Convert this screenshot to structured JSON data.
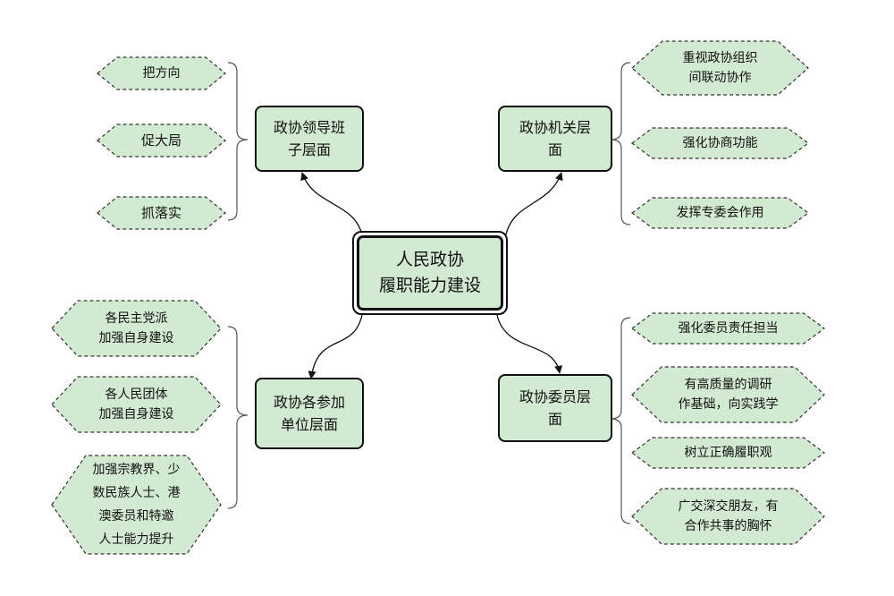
{
  "center": {
    "title": "人民政协\n履职能力建设"
  },
  "branches": [
    {
      "id": "leadership",
      "title": "政协领导班\n子层面",
      "items": [
        "把方向",
        "促大局",
        "抓落实"
      ]
    },
    {
      "id": "organs",
      "title": "政协机关层\n面",
      "items": [
        "重视政协组织\n间联动协作",
        "强化协商功能",
        "发挥专委会作用"
      ]
    },
    {
      "id": "units",
      "title": "政协各参加\n单位层面",
      "items": [
        "各民主党派\n加强自身建设",
        "各人民团体\n加强自身建设",
        "加强宗教界、少\n数民族人士、港\n澳委员和特邀\n人士能力提升"
      ]
    },
    {
      "id": "members",
      "title": "政协委员层\n面",
      "items": [
        "强化委员责任担当",
        "有高质量的调研\n作基础，向实践学",
        "树立正确履职观",
        "广交深交朋友，有\n合作共事的胸怀"
      ]
    }
  ],
  "colors": {
    "fill": "#d2e9d2",
    "stroke": "#111111",
    "hex_border": "#333333"
  }
}
